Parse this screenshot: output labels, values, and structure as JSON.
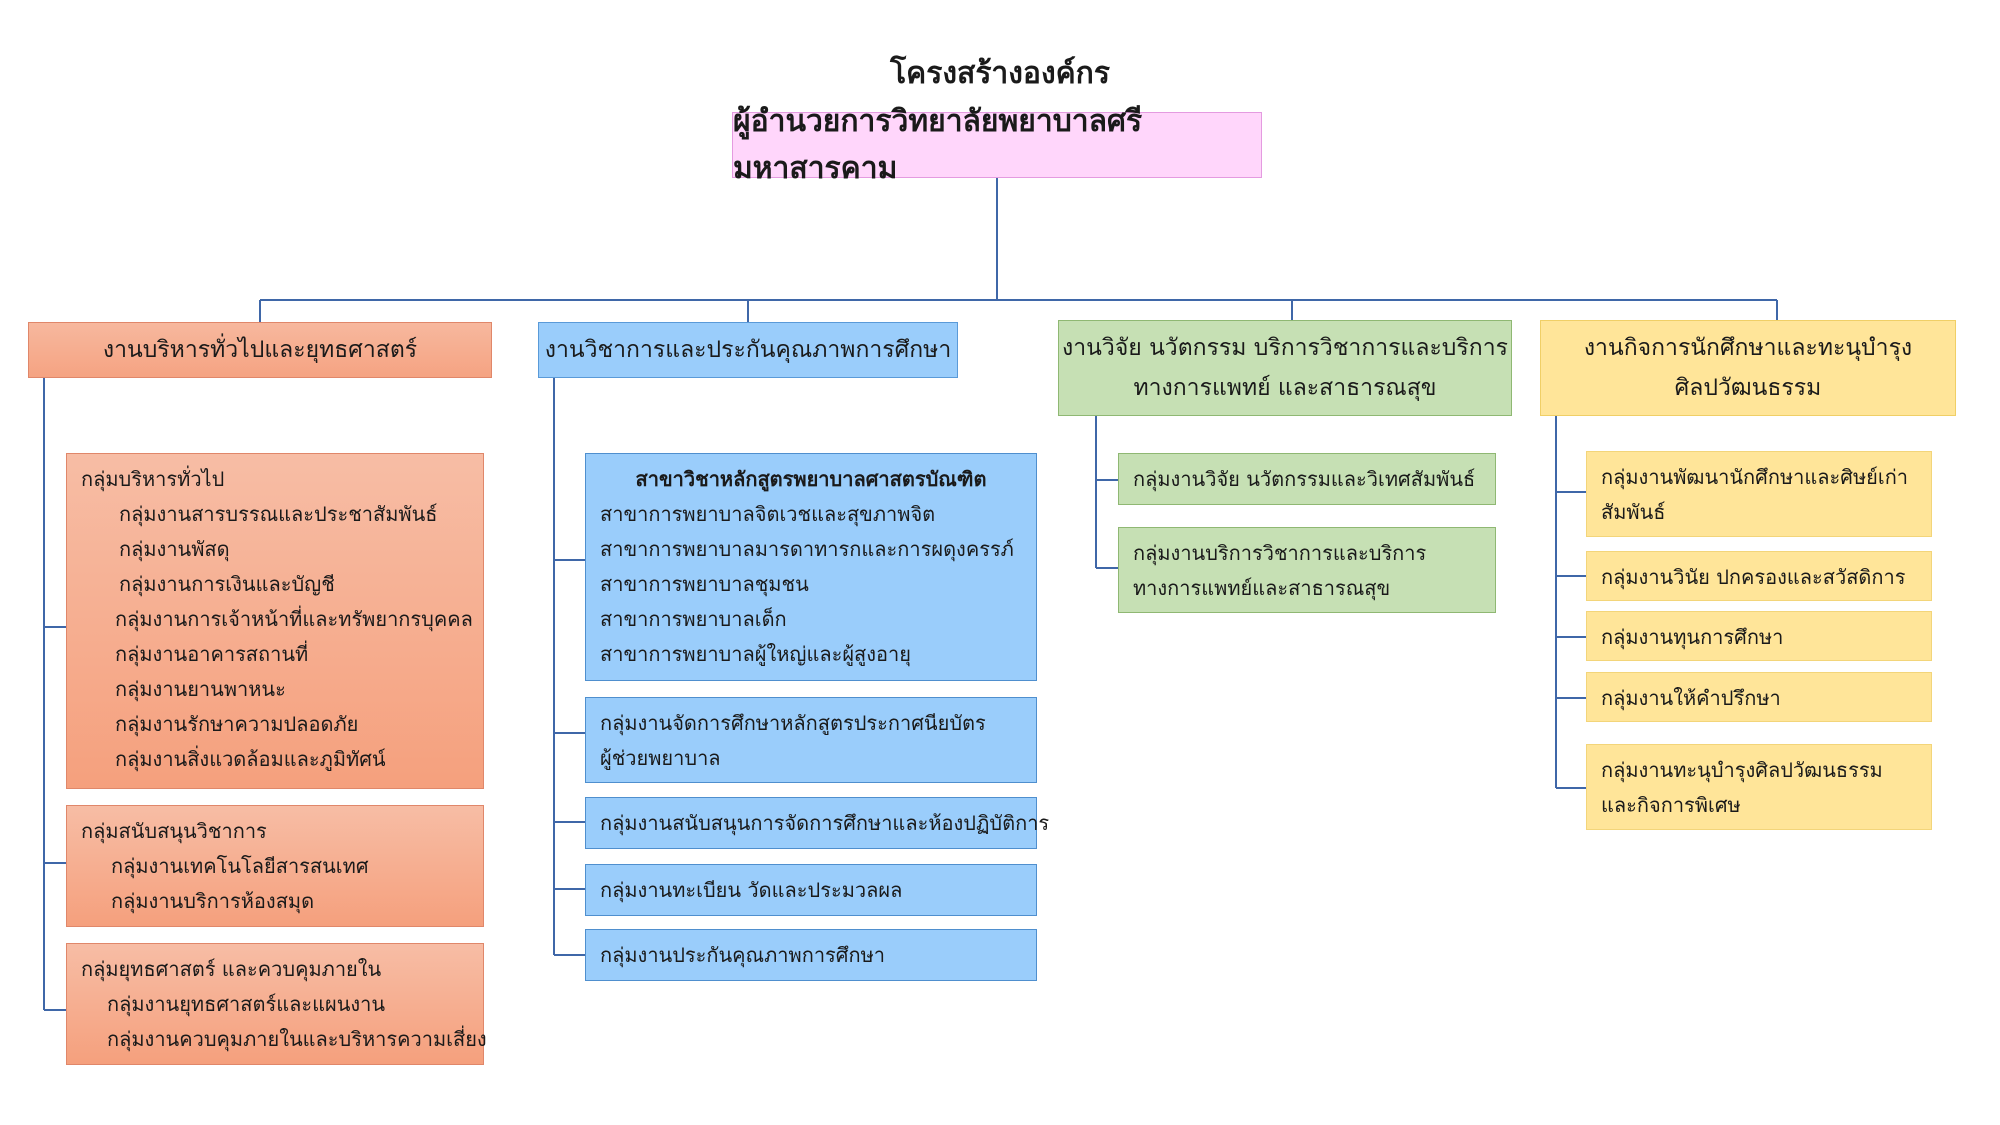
{
  "title": "โครงสร้างองค์กร",
  "root": "ผู้อำนวยการวิทยาลัยพยาบาลศรีมหาสารคาม",
  "departments": [
    {
      "name": "งานบริหารทั่วไปและยุทธศาสตร์",
      "groups": [
        {
          "title": "กลุ่มบริหารทั่วไป",
          "items": [
            "กลุ่มงานสารบรรณและประชาสัมพันธ์",
            "กลุ่มงานพัสดุ",
            "กลุ่มงานการเงินและบัญชี",
            "กลุ่มงานการเจ้าหน้าที่และทรัพยากรบุคคล",
            "กลุ่มงานอาคารสถานที่",
            "กลุ่มงานยานพาหนะ",
            "กลุ่มงานรักษาความปลอดภัย",
            "กลุ่มงานสิ่งแวดล้อมและภูมิทัศน์"
          ]
        },
        {
          "title": "กลุ่มสนับสนุนวิชาการ",
          "items": [
            "กลุ่มงานเทคโนโลยีสารสนเทศ",
            "กลุ่มงานบริการห้องสมุด"
          ]
        },
        {
          "title": "กลุ่มยุทธศาสตร์ และควบคุมภายใน",
          "items": [
            "กลุ่มงานยุทธศาสตร์และแผนงาน",
            "กลุ่มงานควบคุมภายในและบริหารความเสี่ยง"
          ]
        }
      ]
    },
    {
      "name": "งานวิชาการและประกันคุณภาพการศึกษา",
      "groups": [
        {
          "title": "สาขาวิชาหลักสูตรพยาบาลศาสตรบัณฑิต",
          "items": [
            "สาขาการพยาบาลจิตเวชและสุขภาพจิต",
            "สาขาการพยาบาลมารดาทารกและการผดุงครรภ์",
            "สาขาการพยาบาลชุมชน",
            "สาขาการพยาบาลเด็ก",
            "สาขาการพยาบาลผู้ใหญ่และผู้สูงอายุ"
          ]
        },
        {
          "lines": [
            "กลุ่มงานจัดการศึกษาหลักสูตรประกาศนียบัตร",
            "ผู้ช่วยพยาบาล"
          ]
        },
        {
          "lines": [
            "กลุ่มงานสนับสนุนการจัดการศึกษาและห้องปฏิบัติการ"
          ]
        },
        {
          "lines": [
            "กลุ่มงานทะเบียน วัดและประมวลผล"
          ]
        },
        {
          "lines": [
            "กลุ่มงานประกันคุณภาพการศึกษา"
          ]
        }
      ]
    },
    {
      "name_lines": [
        "งานวิจัย นวัตกรรม บริการวิชาการและบริการ",
        "ทางการแพทย์ และสาธารณสุข"
      ],
      "groups": [
        {
          "lines": [
            "กลุ่มงานวิจัย นวัตกรรมและวิเทศสัมพันธ์"
          ]
        },
        {
          "lines": [
            "กลุ่มงานบริการวิชาการและบริการ",
            "ทางการแพทย์และสาธารณสุข"
          ]
        }
      ]
    },
    {
      "name_lines": [
        "งานกิจการนักศึกษาและทะนุบำรุง",
        "ศิลปวัฒนธรรม"
      ],
      "groups": [
        {
          "lines": [
            "กลุ่มงานพัฒนานักศึกษาและศิษย์เก่า",
            "สัมพันธ์"
          ]
        },
        {
          "lines": [
            "กลุ่มงานวินัย ปกครองและสวัสดิการ"
          ]
        },
        {
          "lines": [
            "กลุ่มงานทุนการศึกษา"
          ]
        },
        {
          "lines": [
            "กลุ่มงานให้คำปรึกษา"
          ]
        },
        {
          "lines": [
            "กลุ่มงานทะนุบำรุงศิลปวัฒนธรรม",
            "และกิจการพิเศษ"
          ]
        }
      ]
    }
  ],
  "colors": {
    "root": "#ffd6fb",
    "dept1": "#f5a382",
    "dept2": "#9acdfb",
    "dept3": "#c6e0b4",
    "dept4": "#ffe599",
    "connector": "#3f67a8"
  }
}
